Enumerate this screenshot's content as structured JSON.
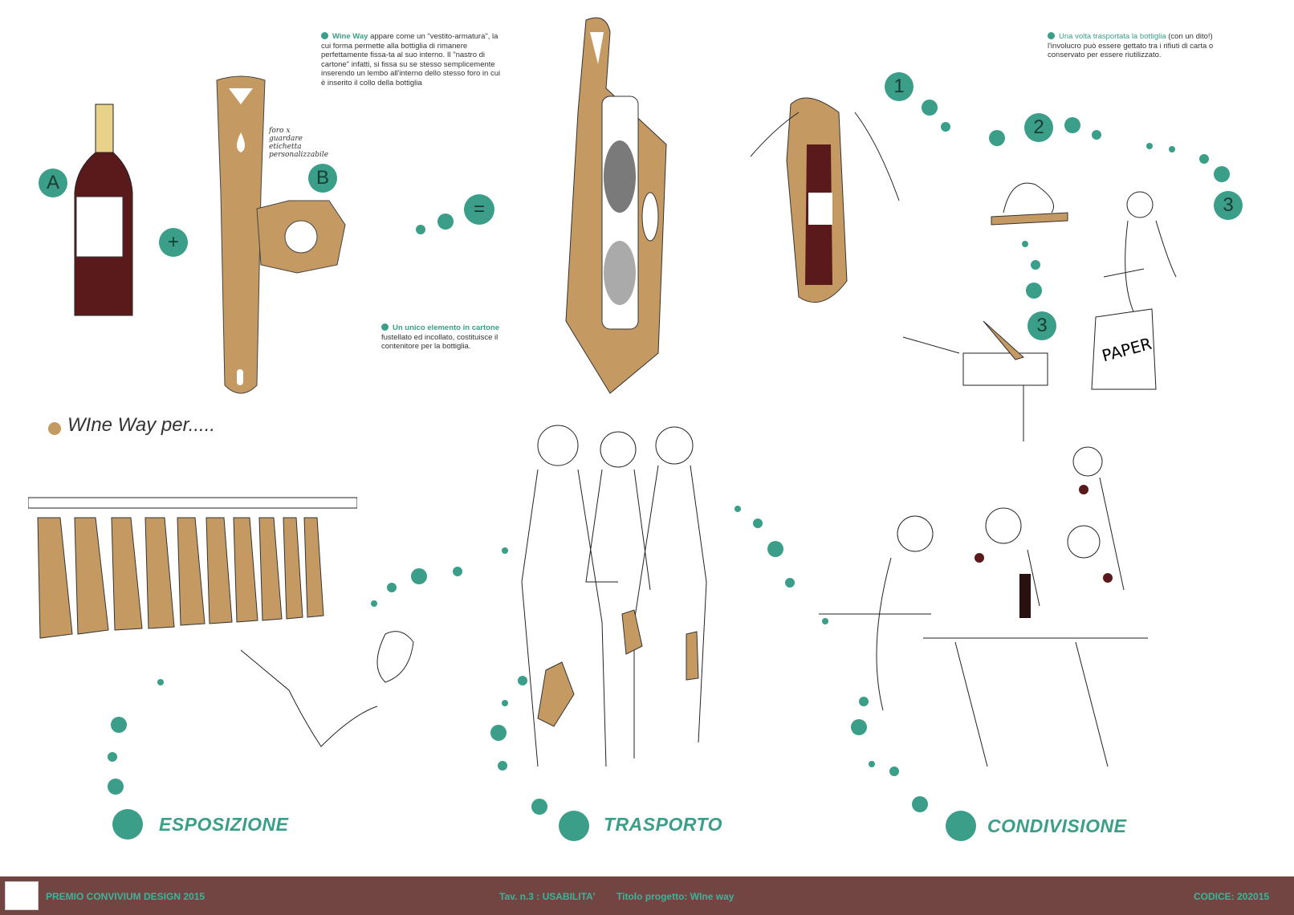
{
  "colors": {
    "accent": "#3a9e88",
    "cardboard": "#c49a62",
    "wine": "#5a1a1c",
    "footer": "#724542"
  },
  "labels": {
    "a": "A",
    "b": "B",
    "plus": "+",
    "equals": "=",
    "step1": "1",
    "step2": "2",
    "step3a": "3",
    "step3b": "3"
  },
  "handwritten_note": "foro x guardare etichetta personalizzabile",
  "paper_label": "PAPER",
  "notes": {
    "wine_way": {
      "highlight": "Wine Way",
      "text": " appare come un \"vestito-armatura\", la cui forma permette alla bottiglia di rimanere perfettamente fissa-ta al suo interno. Il \"nastro di cartone\" infatti, si fissa su se stesso semplicemente inserendo un lembo all'interno dello stesso foro in cui è inserito il collo della bottiglia"
    },
    "unico": {
      "highlight": "Un unico elemento in cartone",
      "text": " fustellato ed incollato, costituisce il contenitore per la bottiglia."
    },
    "trasportata": {
      "highlight": "Una volta trasportata la bottiglia",
      "text": " (con un dito!) l'involucro può essere gettato tra i rifiuti di carta o conservato per essere riutilizzato."
    }
  },
  "section_title": "WIne Way per.....",
  "categories": [
    "ESPOSIZIONE",
    "TRASPORTO",
    "CONDIVISIONE"
  ],
  "footer": {
    "competition": "PREMIO CONVIVIUM DESIGN 2015",
    "table": "Tav. n.3 : USABILITA'",
    "project": "Titolo progetto: WIne way",
    "code": "CODICE:  202015"
  }
}
